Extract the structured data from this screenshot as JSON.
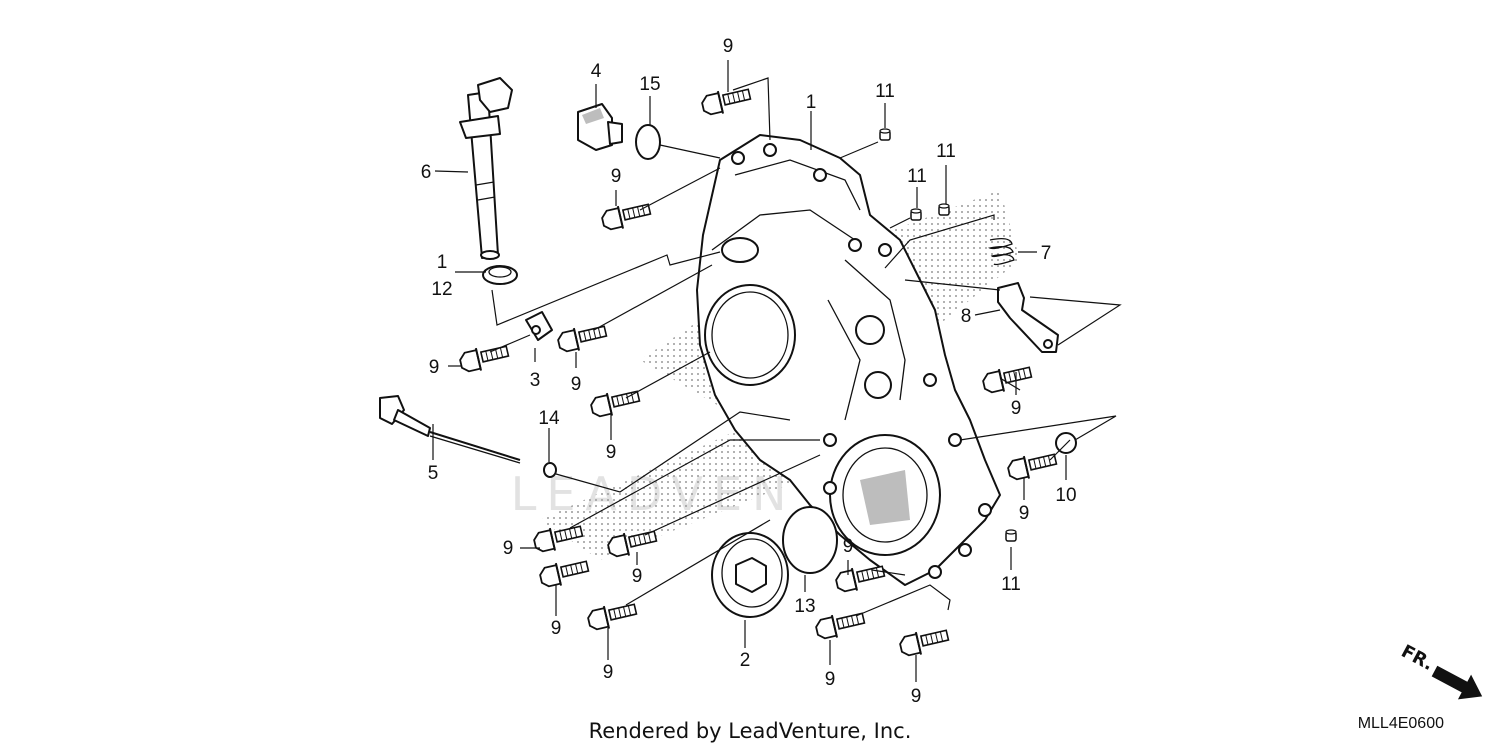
{
  "watermark": "LEADVENTURE",
  "footer": "Rendered by LeadVenture, Inc.",
  "diagram_code": "MLL4E0600",
  "direction_label": "FR.",
  "callouts": {
    "c1a": "1",
    "c1b": "1",
    "c2": "2",
    "c3": "3",
    "c4": "4",
    "c5": "5",
    "c6": "6",
    "c7": "7",
    "c8": "8",
    "c9a": "9",
    "c9b": "9",
    "c9c": "9",
    "c9d": "9",
    "c9e": "9",
    "c9f": "9",
    "c9g": "9",
    "c9h": "9",
    "c9i": "9",
    "c9j": "9",
    "c9k": "9",
    "c9l": "9",
    "c9m": "9",
    "c9n": "9",
    "c10": "10",
    "c11a": "11",
    "c11b": "11",
    "c11c": "11",
    "c11d": "11",
    "c12": "12",
    "c13": "13",
    "c14": "14",
    "c15": "15"
  }
}
